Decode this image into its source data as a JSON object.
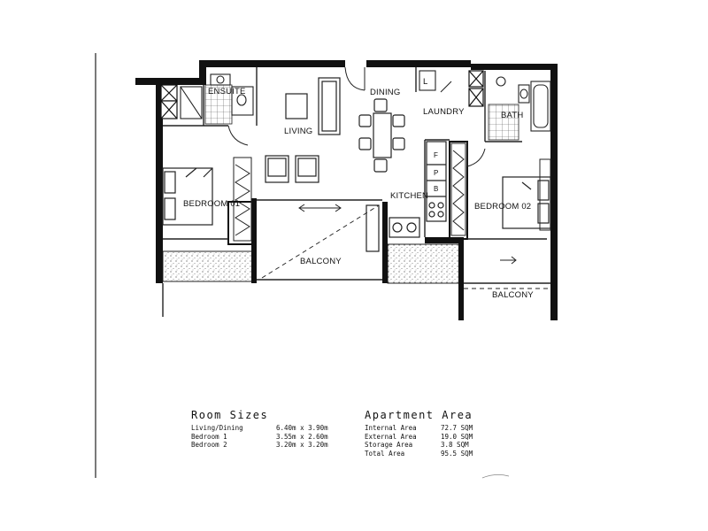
{
  "floorplan": {
    "rooms": {
      "ensuite": "ENSUITE",
      "living": "LIVING",
      "dining": "DINING",
      "laundry": "LAUNDRY",
      "laundry_l": "L",
      "bath": "BATH",
      "bedroom_01": "BEDROOM 01",
      "kitchen": "KITCHEN",
      "bedroom_02": "BEDROOM 02",
      "balcony_1": "BALCONY",
      "balcony_2": "BALCONY"
    },
    "fridge_labels": [
      "F",
      "P",
      "B"
    ]
  },
  "room_sizes": {
    "heading": "Room Sizes",
    "rows": [
      {
        "name": "Living/Dining",
        "size": "6.40m x 3.90m"
      },
      {
        "name": "Bedroom 1",
        "size": "3.55m x 2.60m"
      },
      {
        "name": "Bedroom 2",
        "size": "3.20m x 3.20m"
      }
    ]
  },
  "apartment_area": {
    "heading": "Apartment Area",
    "rows": [
      {
        "name": "Internal Area",
        "value": "72.7 SQM"
      },
      {
        "name": "External Area",
        "value": "19.0 SQM"
      },
      {
        "name": "Storage Area",
        "value": "3.8 SQM"
      },
      {
        "name": "Total Area",
        "value": "95.5 SQM"
      }
    ]
  }
}
